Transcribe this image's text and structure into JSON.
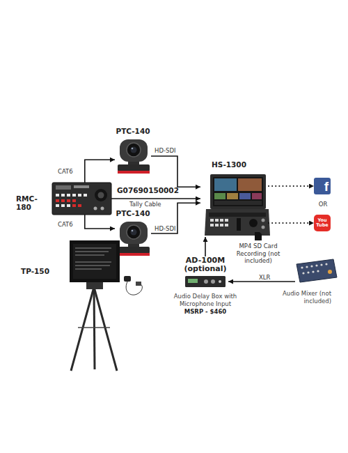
{
  "diagram": {
    "nodes": [
      {
        "text": [
          "PTC-140"
        ]
      },
      {
        "text": [
          "RMC-180"
        ]
      },
      {
        "text": [
          "PTC-140"
        ]
      },
      {
        "text": [
          "HS-1300"
        ]
      },
      {
        "text": [
          "f"
        ]
      },
      {
        "text": [
          "You Tube"
        ]
      },
      {
        "text": [
          "TP-150"
        ]
      },
      {
        "text": [
          "AD-100M (optional)",
          "Audio Delay Box with Microphone Input",
          "MSRP - $460"
        ]
      },
      {
        "text": [
          "Audio Mixer (not included)"
        ]
      }
    ],
    "edges": [
      {
        "from": 1,
        "to": 0,
        "arrow": "to",
        "label": "CAT6"
      },
      {
        "from": 1,
        "to": 2,
        "arrow": "to",
        "label": "CAT6"
      },
      {
        "from": 0,
        "to": 3,
        "arrow": "to",
        "label": "HD-SDI"
      },
      {
        "from": 2,
        "to": 3,
        "arrow": "to",
        "label": "HD-SDI"
      },
      {
        "from": 1,
        "to": 3,
        "arrow": "to",
        "label": "G07690150002"
      },
      {
        "from": 3,
        "to": 4,
        "arrow": "to"
      },
      {
        "from": 3,
        "to": 5,
        "arrow": "to"
      },
      {
        "from": 7,
        "to": 3,
        "arrow": "to"
      },
      {
        "from": 8,
        "to": 7,
        "arrow": "to",
        "label": "XLR"
      }
    ],
    "labels": [
      "Tally Cable",
      "OR",
      "MP4 SD Card Recording (not included)"
    ]
  }
}
